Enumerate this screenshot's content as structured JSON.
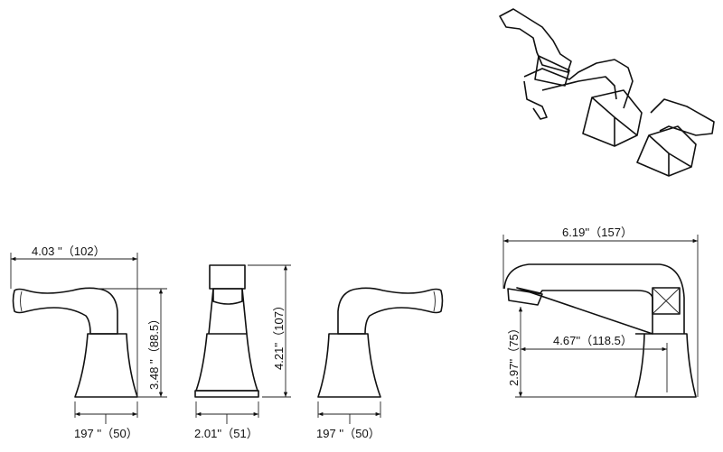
{
  "drawing": {
    "title": "Widespread faucet dimension drawing",
    "left_handle": {
      "width": "4.03 ''（102）",
      "height": "3.48 ''（88.5）",
      "base": "197 ''（50）"
    },
    "front_view": {
      "height": "4.21''（107）",
      "base": "2.01''（51）"
    },
    "right_handle": {
      "base": "197 ''（50）"
    },
    "spout": {
      "length": "6.19''（157）",
      "height": "2.97''（75）",
      "reach": "4.67''（118.5）"
    }
  }
}
